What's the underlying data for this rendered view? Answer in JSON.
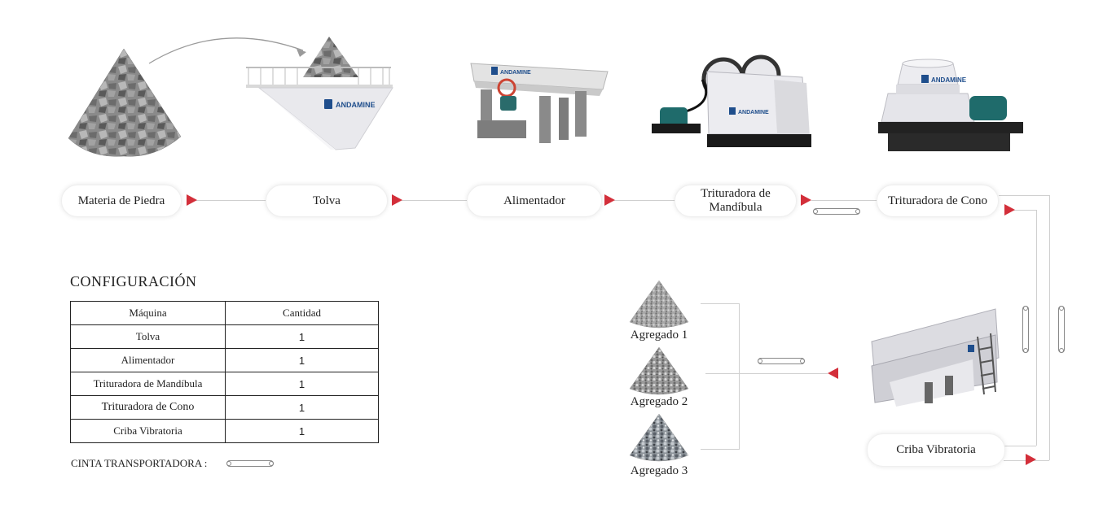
{
  "flow": {
    "steps": [
      {
        "label": "Materia de Piedra"
      },
      {
        "label": "Tolva"
      },
      {
        "label": "Alimentador"
      },
      {
        "label": "Trituradora de Mandíbula"
      },
      {
        "label": "Trituradora de Cono"
      },
      {
        "label": "Criba Vibratoria"
      }
    ],
    "brand": "ANDAMINE"
  },
  "aggregates": [
    {
      "label": "Agregado 1"
    },
    {
      "label": "Agregado 2"
    },
    {
      "label": "Agregado 3"
    }
  ],
  "config": {
    "title": "CONFIGURACIÓN",
    "headers": [
      "Máquina",
      "Cantidad"
    ],
    "rows": [
      {
        "machine": "Tolva",
        "qty": "1"
      },
      {
        "machine": "Alimentador",
        "qty": "1"
      },
      {
        "machine": "Trituradora de Mandíbula",
        "qty": "1"
      },
      {
        "machine": "Trituradora de Cono",
        "qty": "1"
      },
      {
        "machine": "Criba Vibratoria",
        "qty": "1"
      }
    ],
    "legend_label": "CINTA TRANSPORTADORA :"
  },
  "colors": {
    "accent": "#d32f3a",
    "line": "#cfcfcf",
    "brand_blue": "#1f4e8c"
  }
}
